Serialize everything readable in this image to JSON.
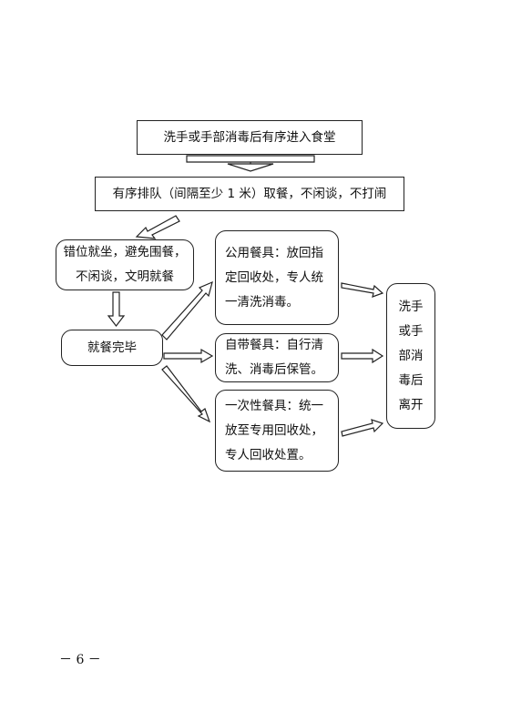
{
  "flow": {
    "enter": "洗手或手部消毒后有序进入食堂",
    "queue": "有序排队（间隔至少 1 米）取餐，不闲谈，不打闹",
    "seat_line1": "错位就坐，避免围餐，",
    "seat_line2": "不闲谈，文明就餐",
    "finish": "就餐完毕",
    "public_line1": "公用餐具：放回指",
    "public_line2": "定回收处，专人统",
    "public_line3": "一清洗消毒。",
    "own_line1": "自带餐具：自行清",
    "own_line2": "洗、消毒后保管。",
    "disp_line1": "一次性餐具：统一",
    "disp_line2": "放至专用回收处，",
    "disp_line3": "专人回收处置。",
    "leave_line1": "洗手",
    "leave_line2": "或手",
    "leave_line3": "部消",
    "leave_line4": "毒后",
    "leave_line5": "离开"
  },
  "page_number": "－ 6 －"
}
